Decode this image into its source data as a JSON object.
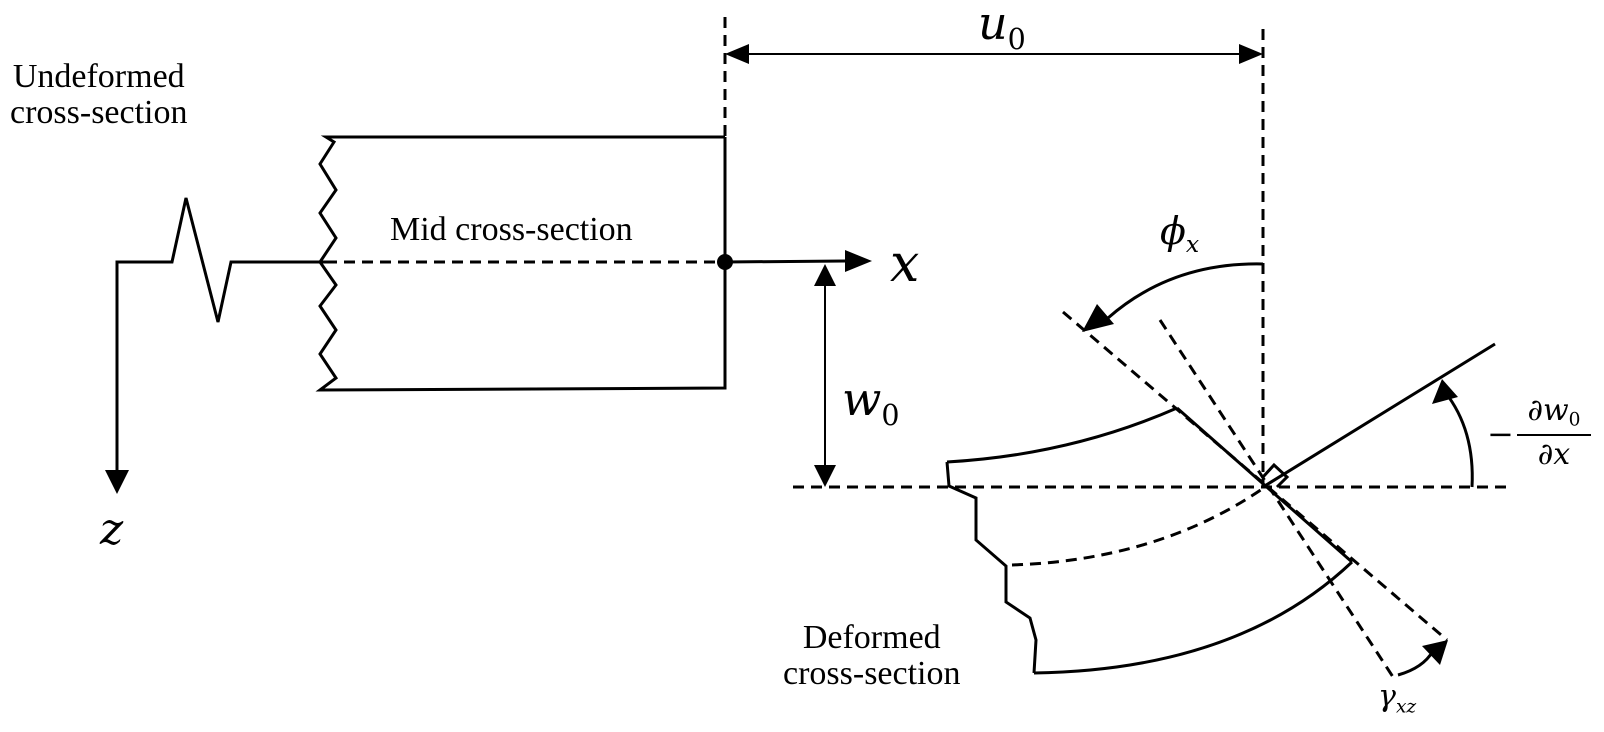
{
  "labels": {
    "undeformed": [
      "Undeformed",
      "cross-section"
    ],
    "mid": "Mid cross-section",
    "deformed": [
      "Deformed",
      "cross-section"
    ]
  },
  "symbols": {
    "u0": {
      "base": "u",
      "sub": "0"
    },
    "w0": {
      "base": "w",
      "sub": "0"
    },
    "x": "x",
    "z": "z",
    "phi": {
      "base": "ϕ",
      "sub": "x"
    },
    "gamma": {
      "base": "γ",
      "sub": "xz"
    },
    "slope": {
      "sign": "−",
      "numerator": "∂w",
      "numerator_sub": "0",
      "denominator": "∂x"
    }
  }
}
